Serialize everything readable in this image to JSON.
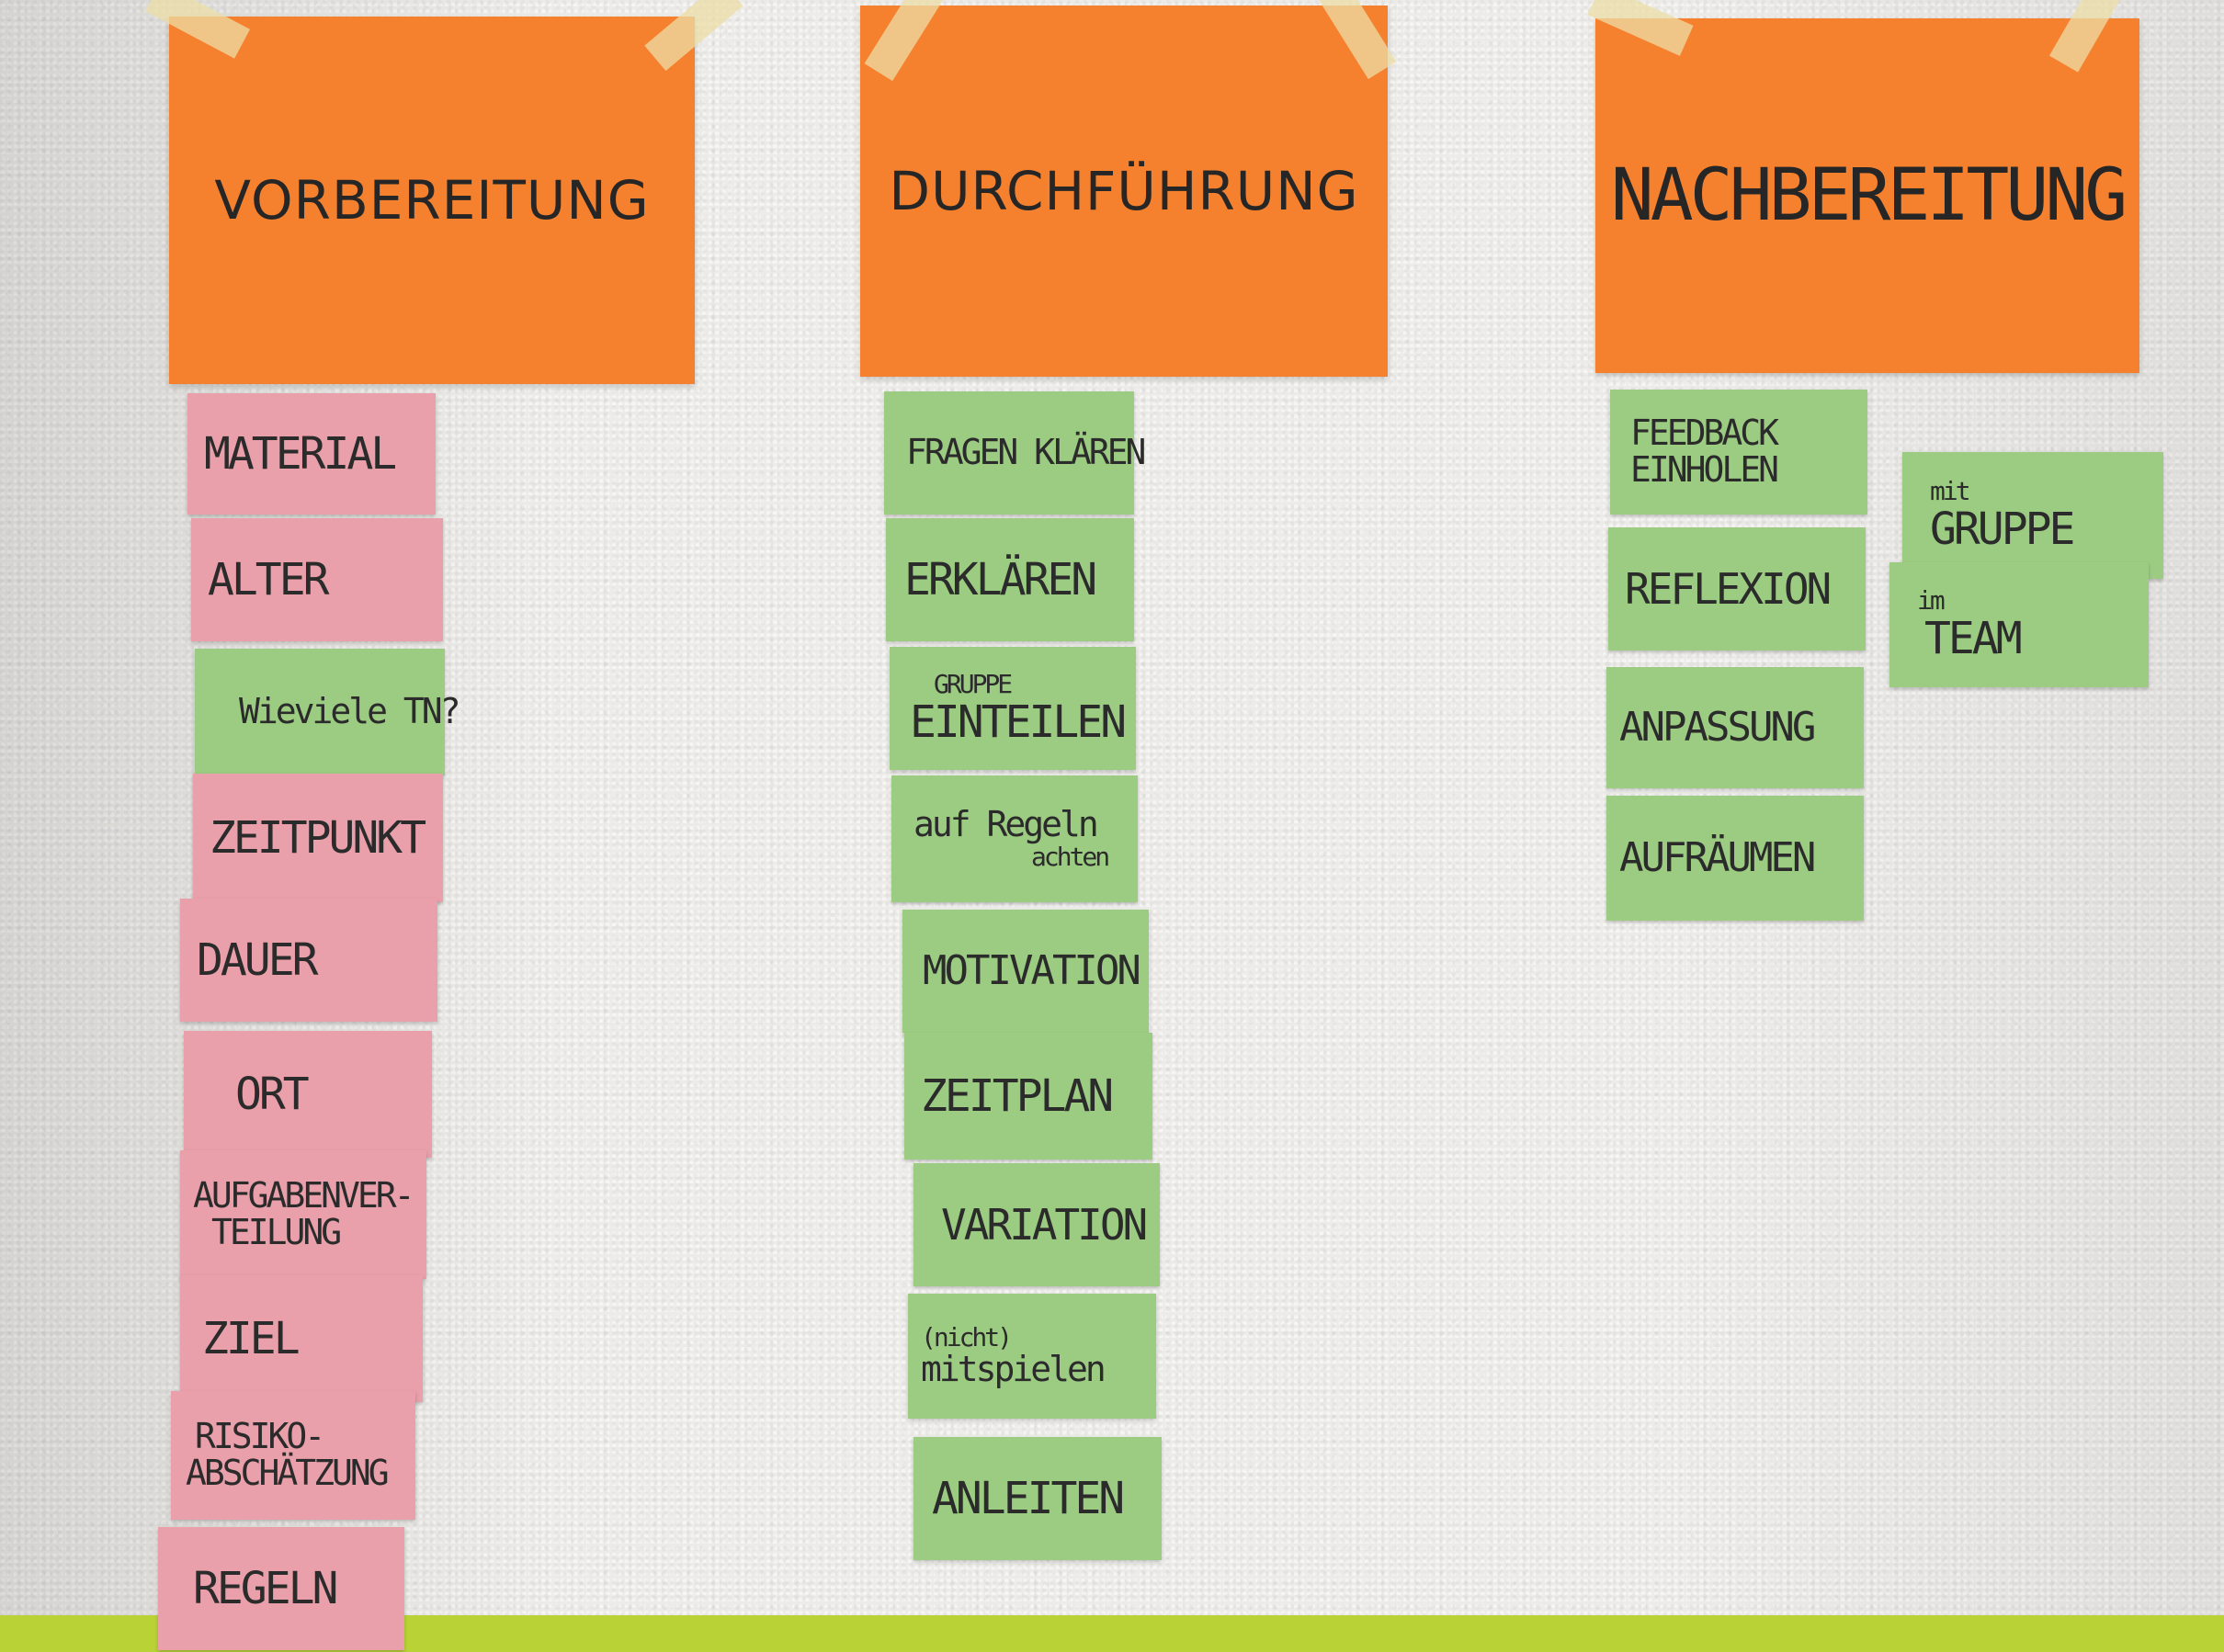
{
  "columns": [
    {
      "title": "VORBEREITUNG",
      "cards": [
        {
          "lines": [
            "MATERIAL"
          ]
        },
        {
          "lines": [
            "ALTER"
          ]
        },
        {
          "lines": [
            "Wieviele TN?"
          ]
        },
        {
          "lines": [
            "ZEITPUNKT"
          ]
        },
        {
          "lines": [
            "DAUER"
          ]
        },
        {
          "lines": [
            "ORT"
          ]
        },
        {
          "lines": [
            "AUFGABENVER-",
            "TEILUNG"
          ]
        },
        {
          "lines": [
            "ZIEL"
          ]
        },
        {
          "lines": [
            "RISIKO-",
            "ABSCHÄTZUNG"
          ]
        },
        {
          "lines": [
            "REGELN"
          ]
        }
      ]
    },
    {
      "title": "DURCHFÜHRUNG",
      "cards": [
        {
          "lines": [
            "FRAGEN KLÄREN"
          ]
        },
        {
          "lines": [
            "ERKLÄREN"
          ]
        },
        {
          "lines": [
            "GRUPPE",
            "EINTEILEN"
          ]
        },
        {
          "lines": [
            "auf Regeln",
            "achten"
          ]
        },
        {
          "lines": [
            "MOTIVATION"
          ]
        },
        {
          "lines": [
            "ZEITPLAN"
          ]
        },
        {
          "lines": [
            "VARIATION"
          ]
        },
        {
          "lines": [
            "(nicht)",
            "mitspielen"
          ]
        },
        {
          "lines": [
            "ANLEITEN"
          ]
        }
      ]
    },
    {
      "title": "NACHBEREITUNG",
      "cards": [
        {
          "lines": [
            "FEEDBACK",
            "EINHOLEN"
          ]
        },
        {
          "lines": [
            "REFLEXION"
          ]
        },
        {
          "lines": [
            "ANPASSUNG"
          ]
        },
        {
          "lines": [
            "AUFRÄUMEN"
          ]
        }
      ],
      "side_cards": [
        {
          "lines": [
            "mit",
            "GRUPPE"
          ]
        },
        {
          "lines": [
            "im",
            "TEAM"
          ]
        }
      ]
    }
  ],
  "colors": {
    "header": "#f5812f",
    "pink_card": "#e9a0aa",
    "green_card": "#9ccc82",
    "wall": "#ecebe8",
    "floor_strip": "#b9d236"
  }
}
